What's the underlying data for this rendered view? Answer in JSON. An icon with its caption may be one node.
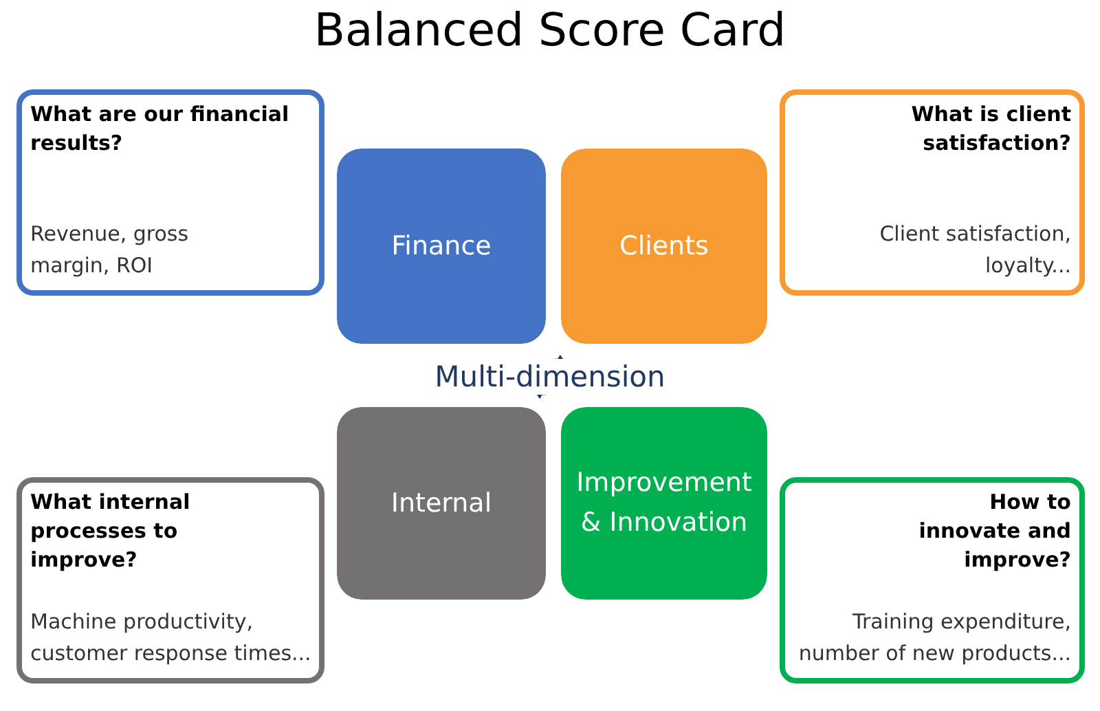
{
  "diagram": {
    "title": "Balanced Score Card",
    "nodes": [
      {
        "text": [
          "What are our financial results?",
          "Revenue, gross margin, ROI"
        ]
      },
      {
        "text": [
          "What is client satisfaction?",
          "Client satisfaction, loyalty..."
        ]
      },
      {
        "text": [
          "Finance"
        ]
      },
      {
        "text": [
          "Clients"
        ]
      },
      {
        "text": [
          "Internal"
        ]
      },
      {
        "text": [
          "Improvement & Innovation"
        ]
      },
      {
        "text": [
          "What internal processes to improve?",
          "Machine productivity, customer response times..."
        ]
      },
      {
        "text": [
          "How to innovate and improve?",
          "Training expenditure, number of new products..."
        ]
      }
    ],
    "labels": [
      "Multi-dimension"
    ]
  }
}
